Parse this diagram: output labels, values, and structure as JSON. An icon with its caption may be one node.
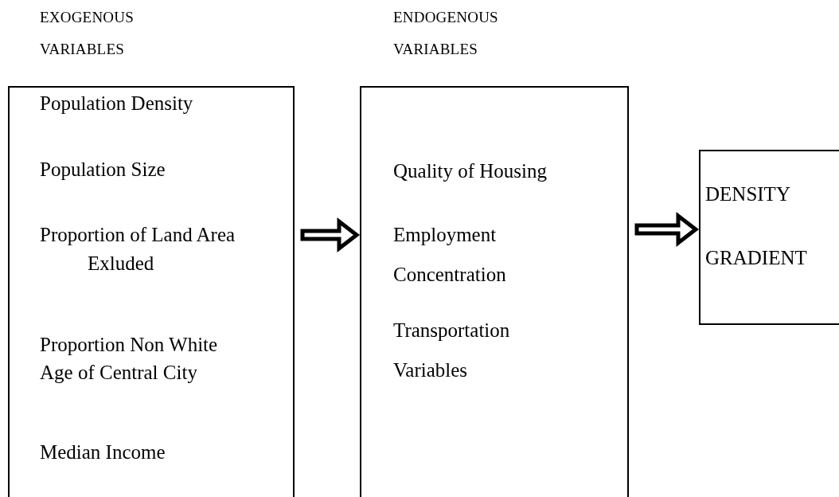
{
  "diagram": {
    "nodes": [
      {
        "text": [
          "EXOGENOUS VARIABLES",
          "Population Density",
          "Population Size",
          "Proportion of Land Area Exluded",
          "Proportion Non White",
          "Age of Central City",
          "Median Income"
        ]
      },
      {
        "text": [
          "ENDOGENOUS VARIABLES",
          "Quality of Housing",
          "Employment Concentration",
          "Transportation Variables"
        ]
      },
      {
        "text": [
          "DENSITY GRADIENT"
        ]
      }
    ],
    "edges": [
      {
        "from": 0,
        "to": 1,
        "arrow": "to",
        "style": "thick"
      },
      {
        "from": 1,
        "to": 2,
        "arrow": "to",
        "style": "thick"
      }
    ]
  }
}
